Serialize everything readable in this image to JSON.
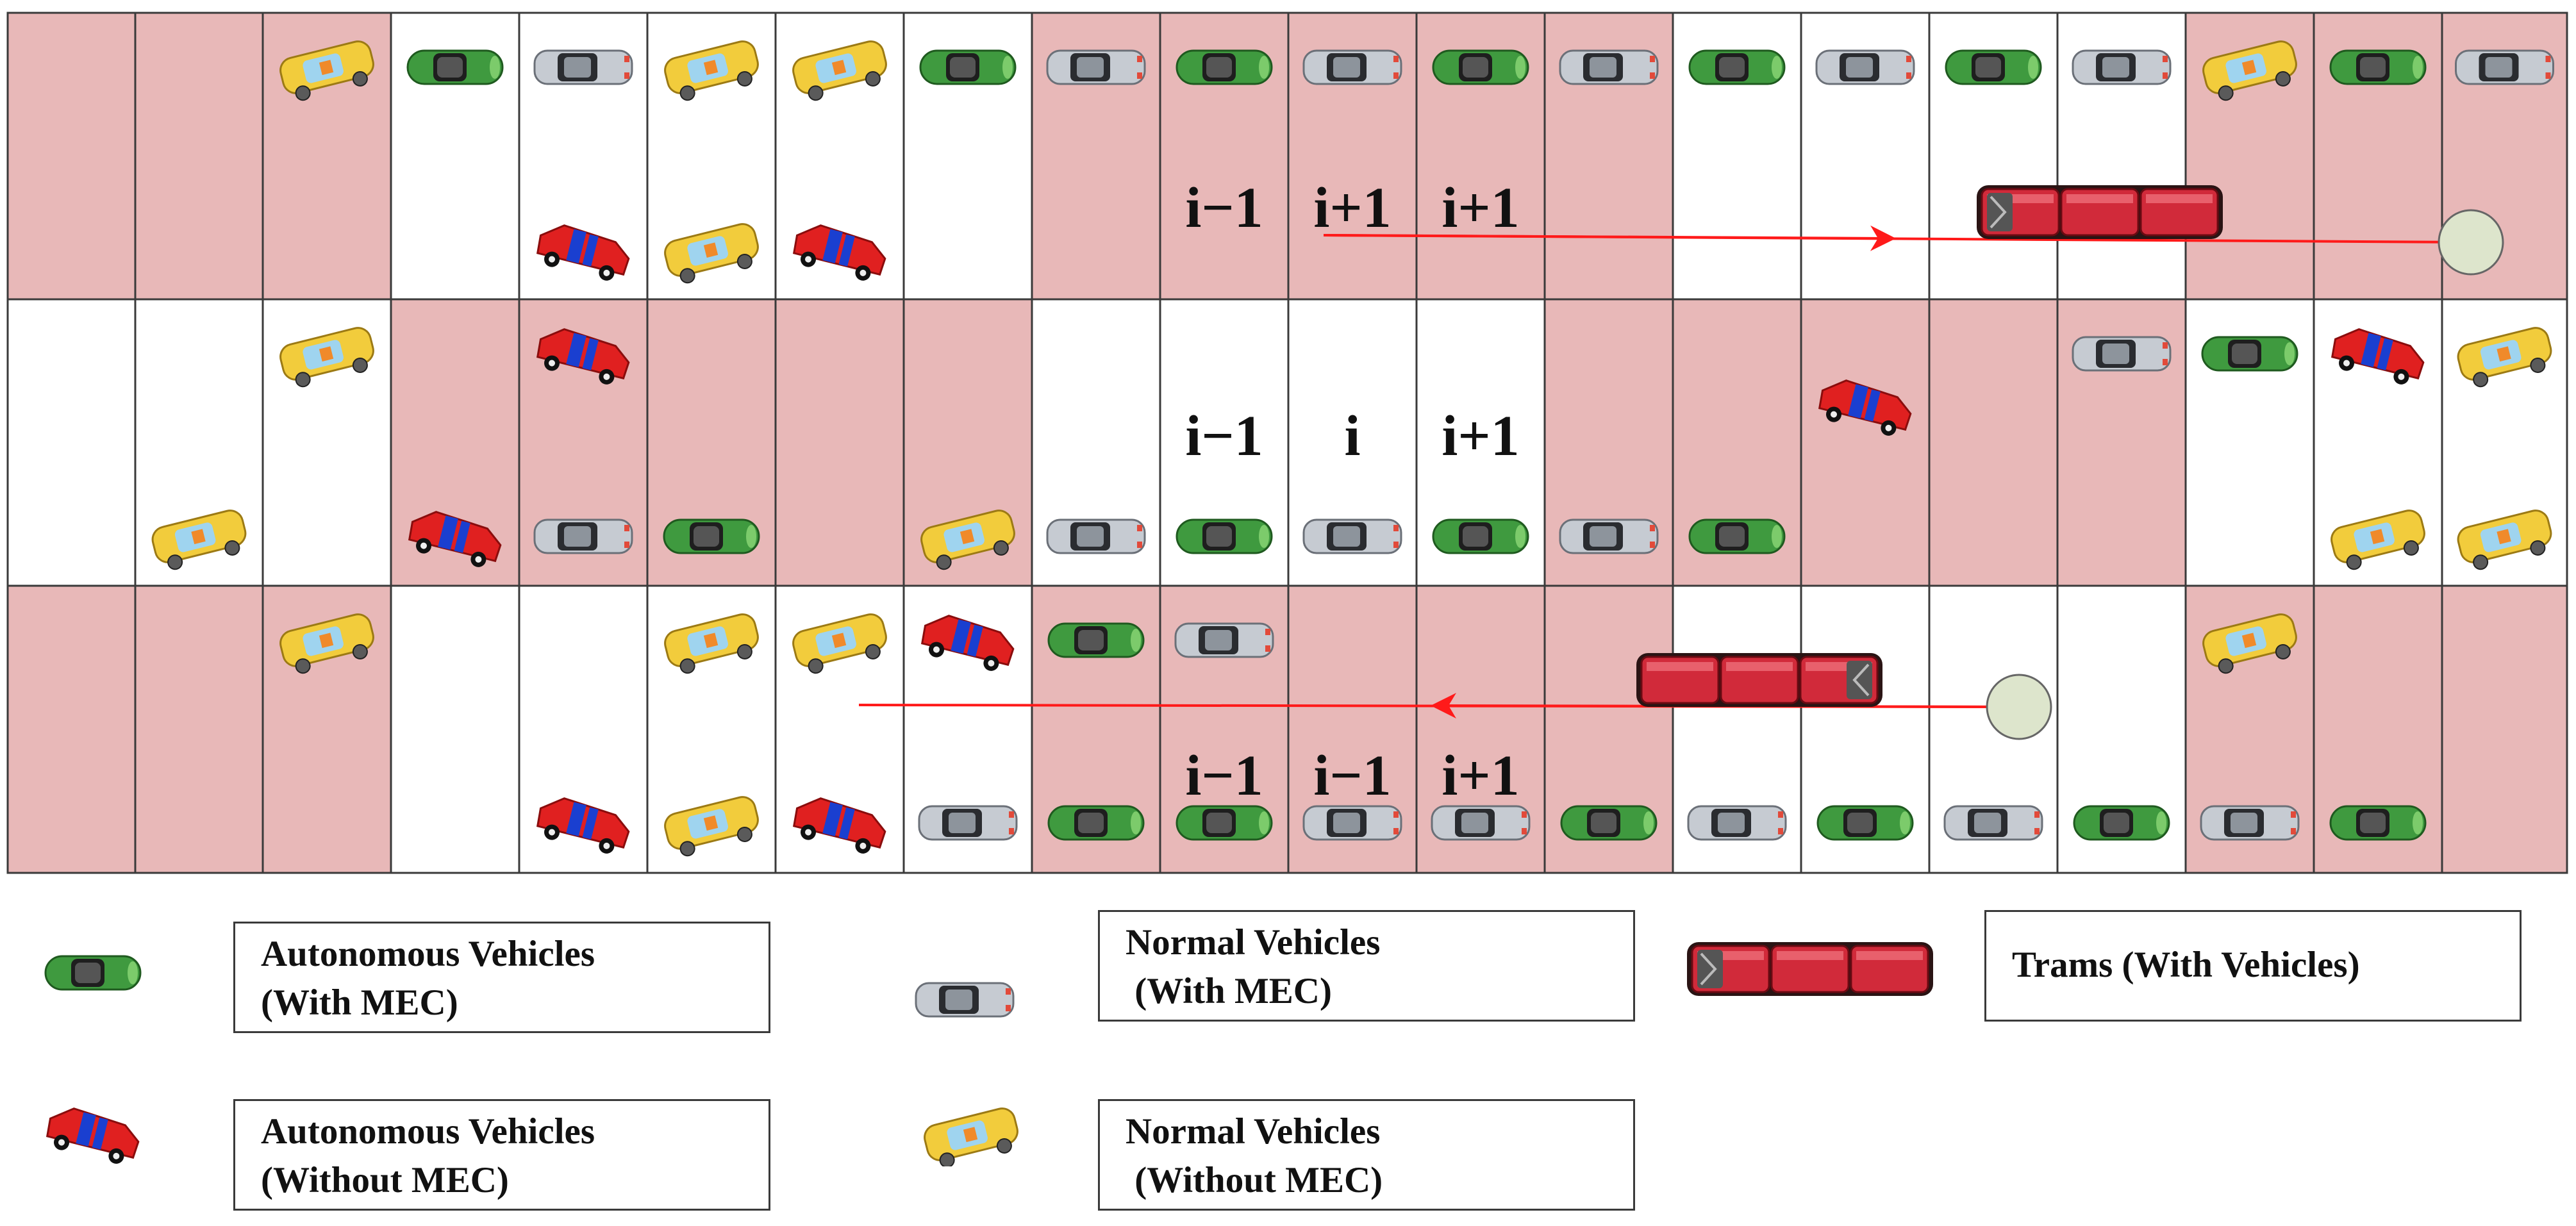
{
  "colors": {
    "shaded_cell": "#e8b8b8",
    "grid_line": "#3a3a3a",
    "route_arrow": "#ff1a1a",
    "station_fill": "#dde5cc"
  },
  "rows": [
    {
      "shaded": [
        1,
        1,
        1,
        0,
        0,
        0,
        0,
        0,
        1,
        1,
        1,
        1,
        1,
        0,
        0,
        0,
        0,
        1,
        1,
        1
      ],
      "labels": [
        {
          "col": 9,
          "text": "i−1"
        },
        {
          "col": 10,
          "text": "i+1"
        },
        {
          "col": 11,
          "text": "i+1"
        }
      ],
      "route_direction": "right"
    },
    {
      "shaded": [
        0,
        0,
        0,
        1,
        1,
        1,
        1,
        1,
        0,
        0,
        0,
        0,
        1,
        1,
        1,
        1,
        1,
        0,
        0,
        0
      ],
      "labels": [
        {
          "col": 9,
          "text": "i−1"
        },
        {
          "col": 10,
          "text": "i"
        },
        {
          "col": 11,
          "text": "i+1"
        }
      ],
      "route_direction": "none"
    },
    {
      "shaded": [
        1,
        1,
        1,
        0,
        0,
        0,
        0,
        0,
        1,
        1,
        1,
        1,
        1,
        0,
        0,
        0,
        0,
        1,
        1,
        1
      ],
      "labels": [
        {
          "col": 9,
          "text": "i−1"
        },
        {
          "col": 10,
          "text": "i−1"
        },
        {
          "col": 11,
          "text": "i+1"
        }
      ],
      "route_direction": "left"
    }
  ],
  "vehicles": [
    {
      "type": "norm-nomec",
      "row": 0,
      "col": 2,
      "pos": "top"
    },
    {
      "type": "auto-mec",
      "row": 0,
      "col": 3,
      "pos": "top"
    },
    {
      "type": "norm-mec",
      "row": 0,
      "col": 4,
      "pos": "top"
    },
    {
      "type": "norm-nomec",
      "row": 0,
      "col": 5,
      "pos": "top"
    },
    {
      "type": "norm-nomec",
      "row": 0,
      "col": 6,
      "pos": "top"
    },
    {
      "type": "auto-mec",
      "row": 0,
      "col": 7,
      "pos": "top"
    },
    {
      "type": "norm-mec",
      "row": 0,
      "col": 8,
      "pos": "top"
    },
    {
      "type": "auto-mec",
      "row": 0,
      "col": 9,
      "pos": "top"
    },
    {
      "type": "norm-mec",
      "row": 0,
      "col": 10,
      "pos": "top"
    },
    {
      "type": "auto-mec",
      "row": 0,
      "col": 11,
      "pos": "top"
    },
    {
      "type": "norm-mec",
      "row": 0,
      "col": 12,
      "pos": "top"
    },
    {
      "type": "auto-mec",
      "row": 0,
      "col": 13,
      "pos": "top"
    },
    {
      "type": "norm-mec",
      "row": 0,
      "col": 14,
      "pos": "top"
    },
    {
      "type": "auto-mec",
      "row": 0,
      "col": 15,
      "pos": "top"
    },
    {
      "type": "norm-mec",
      "row": 0,
      "col": 16,
      "pos": "top"
    },
    {
      "type": "norm-nomec",
      "row": 0,
      "col": 17,
      "pos": "top"
    },
    {
      "type": "auto-mec",
      "row": 0,
      "col": 18,
      "pos": "top"
    },
    {
      "type": "norm-mec",
      "row": 0,
      "col": 19,
      "pos": "top"
    },
    {
      "type": "auto-nomec",
      "row": 0,
      "col": 4,
      "pos": "bottom"
    },
    {
      "type": "norm-nomec",
      "row": 0,
      "col": 5,
      "pos": "bottom"
    },
    {
      "type": "auto-nomec",
      "row": 0,
      "col": 6,
      "pos": "bottom"
    },
    {
      "type": "norm-nomec",
      "row": 1,
      "col": 2,
      "pos": "top"
    },
    {
      "type": "auto-nomec",
      "row": 1,
      "col": 4,
      "pos": "top"
    },
    {
      "type": "auto-nomec",
      "row": 1,
      "col": 14,
      "pos": "mid"
    },
    {
      "type": "norm-mec",
      "row": 1,
      "col": 16,
      "pos": "top"
    },
    {
      "type": "auto-mec",
      "row": 1,
      "col": 17,
      "pos": "top"
    },
    {
      "type": "auto-nomec",
      "row": 1,
      "col": 18,
      "pos": "top"
    },
    {
      "type": "norm-nomec",
      "row": 1,
      "col": 19,
      "pos": "top"
    },
    {
      "type": "norm-nomec",
      "row": 1,
      "col": 1,
      "pos": "bottom"
    },
    {
      "type": "auto-nomec",
      "row": 1,
      "col": 3,
      "pos": "bottom"
    },
    {
      "type": "norm-mec",
      "row": 1,
      "col": 4,
      "pos": "bottom"
    },
    {
      "type": "auto-mec",
      "row": 1,
      "col": 5,
      "pos": "bottom"
    },
    {
      "type": "norm-nomec",
      "row": 1,
      "col": 7,
      "pos": "bottom"
    },
    {
      "type": "norm-mec",
      "row": 1,
      "col": 8,
      "pos": "bottom"
    },
    {
      "type": "auto-mec",
      "row": 1,
      "col": 9,
      "pos": "bottom"
    },
    {
      "type": "norm-mec",
      "row": 1,
      "col": 10,
      "pos": "bottom"
    },
    {
      "type": "auto-mec",
      "row": 1,
      "col": 11,
      "pos": "bottom"
    },
    {
      "type": "norm-mec",
      "row": 1,
      "col": 12,
      "pos": "bottom"
    },
    {
      "type": "auto-mec",
      "row": 1,
      "col": 13,
      "pos": "bottom"
    },
    {
      "type": "norm-nomec",
      "row": 1,
      "col": 18,
      "pos": "bottom"
    },
    {
      "type": "norm-nomec",
      "row": 1,
      "col": 19,
      "pos": "bottom"
    },
    {
      "type": "norm-nomec",
      "row": 2,
      "col": 2,
      "pos": "top"
    },
    {
      "type": "norm-nomec",
      "row": 2,
      "col": 5,
      "pos": "top"
    },
    {
      "type": "norm-nomec",
      "row": 2,
      "col": 6,
      "pos": "top"
    },
    {
      "type": "auto-nomec",
      "row": 2,
      "col": 7,
      "pos": "top"
    },
    {
      "type": "auto-mec",
      "row": 2,
      "col": 8,
      "pos": "top"
    },
    {
      "type": "norm-mec",
      "row": 2,
      "col": 9,
      "pos": "top"
    },
    {
      "type": "norm-nomec",
      "row": 2,
      "col": 17,
      "pos": "top"
    },
    {
      "type": "auto-nomec",
      "row": 2,
      "col": 4,
      "pos": "bottom"
    },
    {
      "type": "norm-nomec",
      "row": 2,
      "col": 5,
      "pos": "bottom"
    },
    {
      "type": "auto-nomec",
      "row": 2,
      "col": 6,
      "pos": "bottom"
    },
    {
      "type": "norm-mec",
      "row": 2,
      "col": 7,
      "pos": "bottom"
    },
    {
      "type": "auto-mec",
      "row": 2,
      "col": 8,
      "pos": "bottom"
    },
    {
      "type": "auto-mec",
      "row": 2,
      "col": 9,
      "pos": "bottom"
    },
    {
      "type": "norm-mec",
      "row": 2,
      "col": 10,
      "pos": "bottom"
    },
    {
      "type": "norm-mec",
      "row": 2,
      "col": 11,
      "pos": "bottom"
    },
    {
      "type": "auto-mec",
      "row": 2,
      "col": 12,
      "pos": "bottom"
    },
    {
      "type": "norm-mec",
      "row": 2,
      "col": 13,
      "pos": "bottom"
    },
    {
      "type": "auto-mec",
      "row": 2,
      "col": 14,
      "pos": "bottom"
    },
    {
      "type": "norm-mec",
      "row": 2,
      "col": 15,
      "pos": "bottom"
    },
    {
      "type": "auto-mec",
      "row": 2,
      "col": 16,
      "pos": "bottom"
    },
    {
      "type": "norm-mec",
      "row": 2,
      "col": 17,
      "pos": "bottom"
    },
    {
      "type": "auto-mec",
      "row": 2,
      "col": 18,
      "pos": "bottom"
    }
  ],
  "legend": [
    {
      "icon": "auto-mec",
      "line1": "Autonomous Vehicles",
      "line2": "(With MEC)"
    },
    {
      "icon": "norm-mec",
      "line1": "Normal Vehicles",
      "line2": " (With MEC)"
    },
    {
      "icon": "tram",
      "line1": "Trams (With Vehicles)",
      "line2": ""
    },
    {
      "icon": "auto-nomec",
      "line1": "Autonomous Vehicles",
      "line2": "(Without MEC)"
    },
    {
      "icon": "norm-nomec",
      "line1": "Normal Vehicles",
      "line2": " (Without MEC)"
    }
  ]
}
